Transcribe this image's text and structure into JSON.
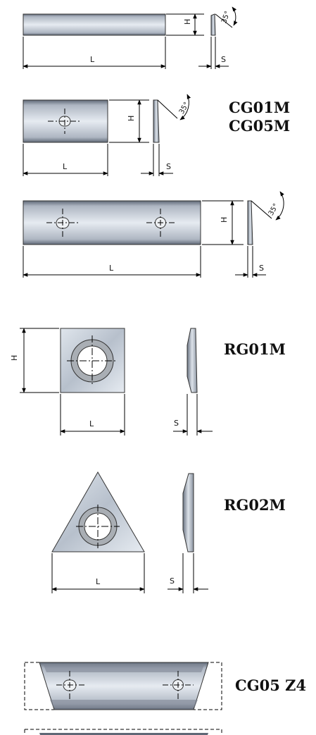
{
  "dimension_labels": {
    "length": "L",
    "height": "H",
    "thickness": "S",
    "angle": "35°"
  },
  "products": [
    {
      "codes": [
        "CG01M",
        "CG05M"
      ]
    },
    {
      "codes": [
        "RG01M"
      ]
    },
    {
      "codes": [
        "RG02M"
      ]
    },
    {
      "codes": [
        "CG05 Z4"
      ]
    }
  ],
  "colors": {
    "metal_light": "#e6ebf1",
    "metal_mid": "#b4bcc8",
    "metal_dark": "#5f6876",
    "ring": "#a9aeb4",
    "line": "#000000"
  }
}
